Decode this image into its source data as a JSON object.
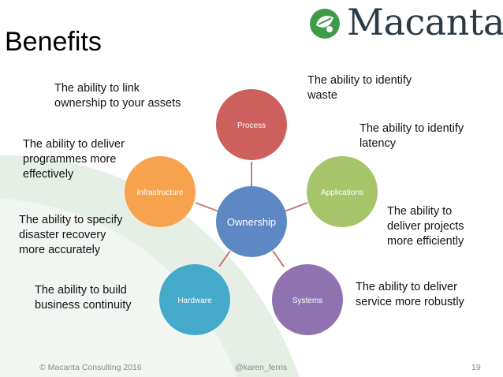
{
  "slide": {
    "title": "Benefits",
    "logo_text": "Macanta",
    "logo_icon": "leaf-logo-icon"
  },
  "diagram": {
    "center": "Ownership",
    "nodes": [
      {
        "id": "process",
        "label": "Process",
        "color": "#cd5f5d"
      },
      {
        "id": "applications",
        "label": "Applications",
        "color": "#a6c46a"
      },
      {
        "id": "systems",
        "label": "Systems",
        "color": "#8e73b0"
      },
      {
        "id": "hardware",
        "label": "Hardware",
        "color": "#45a9c9"
      },
      {
        "id": "infrastructure",
        "label": "Infrastructure",
        "color": "#f7a34e"
      }
    ],
    "center_color": "#5d88c4",
    "connector_color": "#c87a78"
  },
  "callouts": [
    {
      "id": "link-assets",
      "text": "The ability to link\nownership to your assets"
    },
    {
      "id": "identify-waste",
      "text": "The ability to identify\nwaste"
    },
    {
      "id": "identify-latency",
      "text": "The ability to identify\nlatency"
    },
    {
      "id": "deliver-programmes",
      "text": "The ability to deliver\nprogrammes more\neffectively"
    },
    {
      "id": "deliver-projects",
      "text": "The ability to\ndeliver projects\nmore efficiently"
    },
    {
      "id": "disaster-recovery",
      "text": "The ability to specify\ndisaster recovery\nmore accurately"
    },
    {
      "id": "business-continuity",
      "text": "The ability to build\nbusiness continuity"
    },
    {
      "id": "service-robustly",
      "text": "The ability to deliver\nservice more robustly"
    }
  ],
  "footer": {
    "copyright": "© Macanta Consulting 2016",
    "handle": "@karen_ferris",
    "page_number": "19"
  }
}
